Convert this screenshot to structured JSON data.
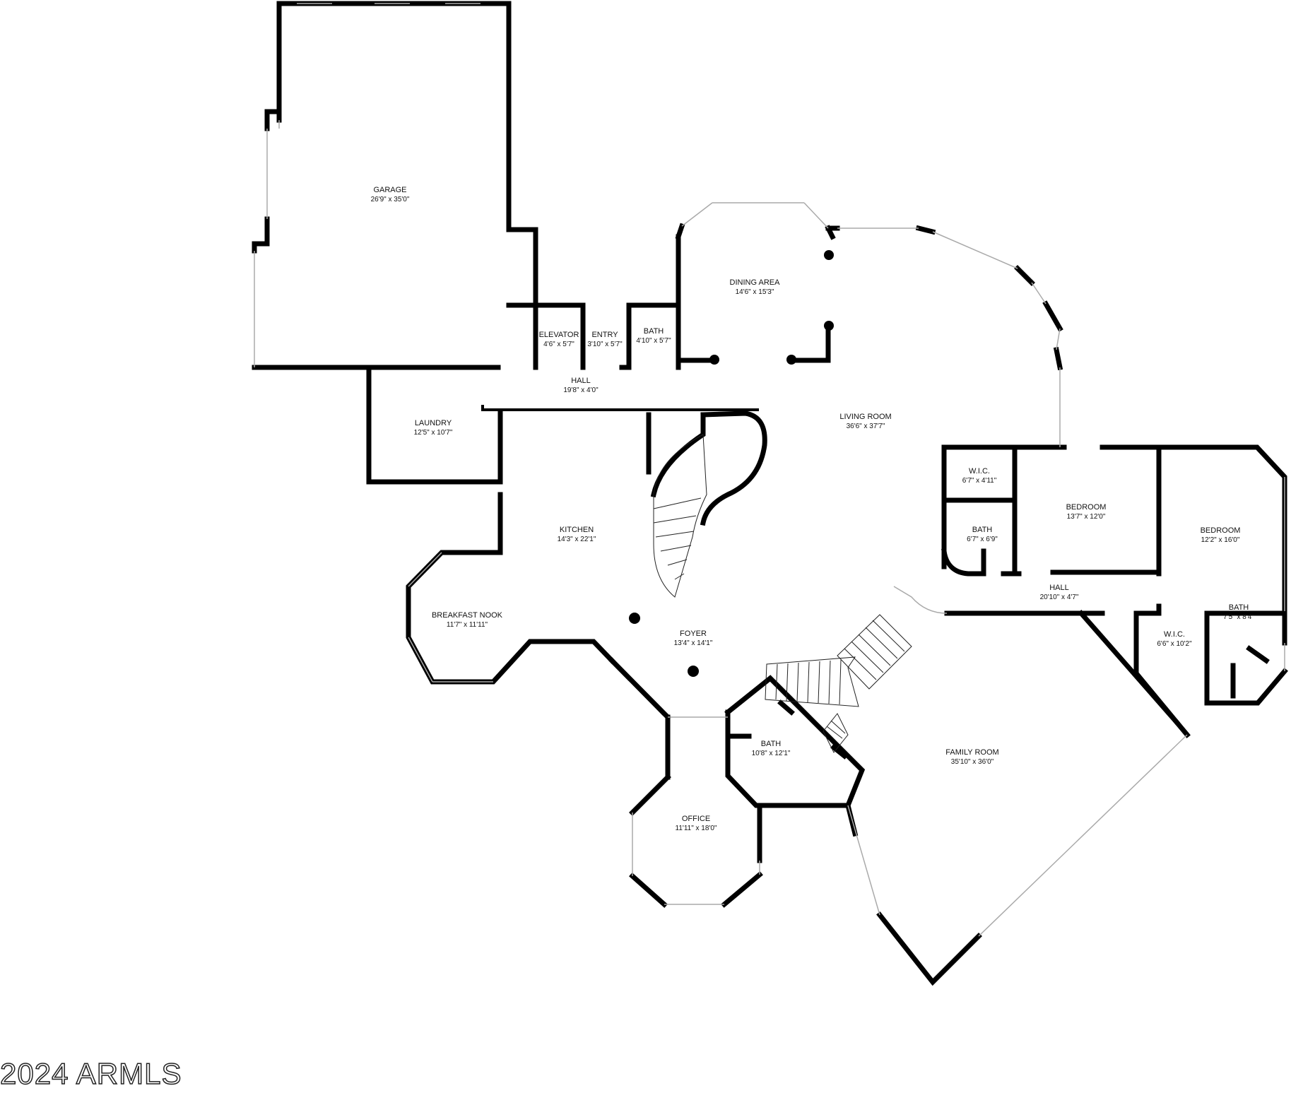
{
  "rooms": [
    {
      "key": "garage",
      "name": "GARAGE",
      "dims": "26'9\" x 35'0\""
    },
    {
      "key": "dining",
      "name": "DINING AREA",
      "dims": "14'6\" x 15'3\""
    },
    {
      "key": "elevator",
      "name": "ELEVATOR",
      "dims": "4'6\" x 5'7\""
    },
    {
      "key": "entry",
      "name": "ENTRY",
      "dims": "3'10\" x 5'7\""
    },
    {
      "key": "bath1",
      "name": "BATH",
      "dims": "4'10\" x 5'7\""
    },
    {
      "key": "hall1",
      "name": "HALL",
      "dims": "19'8\" x 4'0\""
    },
    {
      "key": "laundry",
      "name": "LAUNDRY",
      "dims": "12'5\" x 10'7\""
    },
    {
      "key": "living",
      "name": "LIVING ROOM",
      "dims": "36'6\" x 37'7\""
    },
    {
      "key": "wic1",
      "name": "W.I.C.",
      "dims": "6'7\" x 4'11\""
    },
    {
      "key": "bath2",
      "name": "BATH",
      "dims": "6'7\" x 6'9\""
    },
    {
      "key": "bedroom1",
      "name": "BEDROOM",
      "dims": "13'7\" x 12'0\""
    },
    {
      "key": "bedroom2",
      "name": "BEDROOM",
      "dims": "12'2\" x 16'0\""
    },
    {
      "key": "kitchen",
      "name": "KITCHEN",
      "dims": "14'3\" x 22'1\""
    },
    {
      "key": "hall2",
      "name": "HALL",
      "dims": "20'10\" x 4'7\""
    },
    {
      "key": "breakfast",
      "name": "BREAKFAST NOOK",
      "dims": "11'7\" x 11'11\""
    },
    {
      "key": "foyer",
      "name": "FOYER",
      "dims": "13'4\" x 14'1\""
    },
    {
      "key": "wic2",
      "name": "W.I.C.",
      "dims": "6'6\" x 10'2\""
    },
    {
      "key": "bath3",
      "name": "BATH",
      "dims": "7'5\" x 8'4\""
    },
    {
      "key": "bath4",
      "name": "BATH",
      "dims": "10'8\" x 12'1\""
    },
    {
      "key": "family",
      "name": "FAMILY ROOM",
      "dims": "35'10\" x 36'0\""
    },
    {
      "key": "office",
      "name": "OFFICE",
      "dims": "11'11\" x 18'0\""
    }
  ],
  "watermark": "2024 ARMLS"
}
